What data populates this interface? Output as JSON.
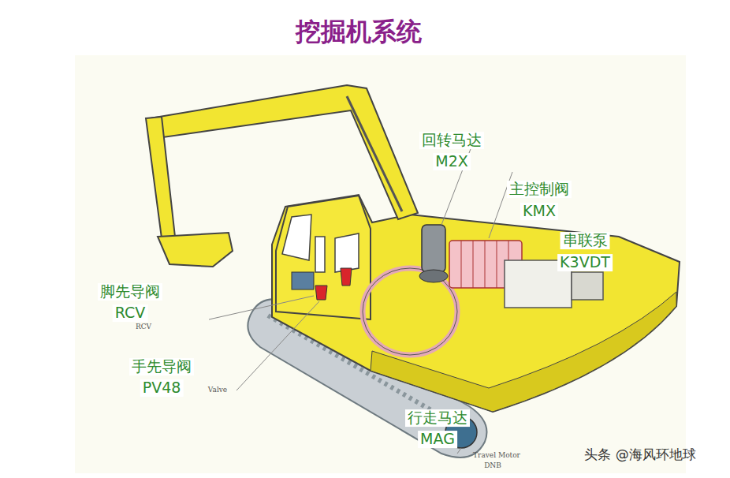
{
  "diagram": {
    "title": "挖掘机系统",
    "labels": [
      "回转马达",
      "M2X",
      "主控制阀",
      "KMX",
      "串联泵",
      "K3VDT",
      "脚先导阀",
      "RCV",
      "手先导阀",
      "PV48",
      "行走马达",
      "MAG",
      "Travel Motor",
      "DNB",
      "RCV",
      "Valve",
      "头条 @海风环地球"
    ]
  }
}
